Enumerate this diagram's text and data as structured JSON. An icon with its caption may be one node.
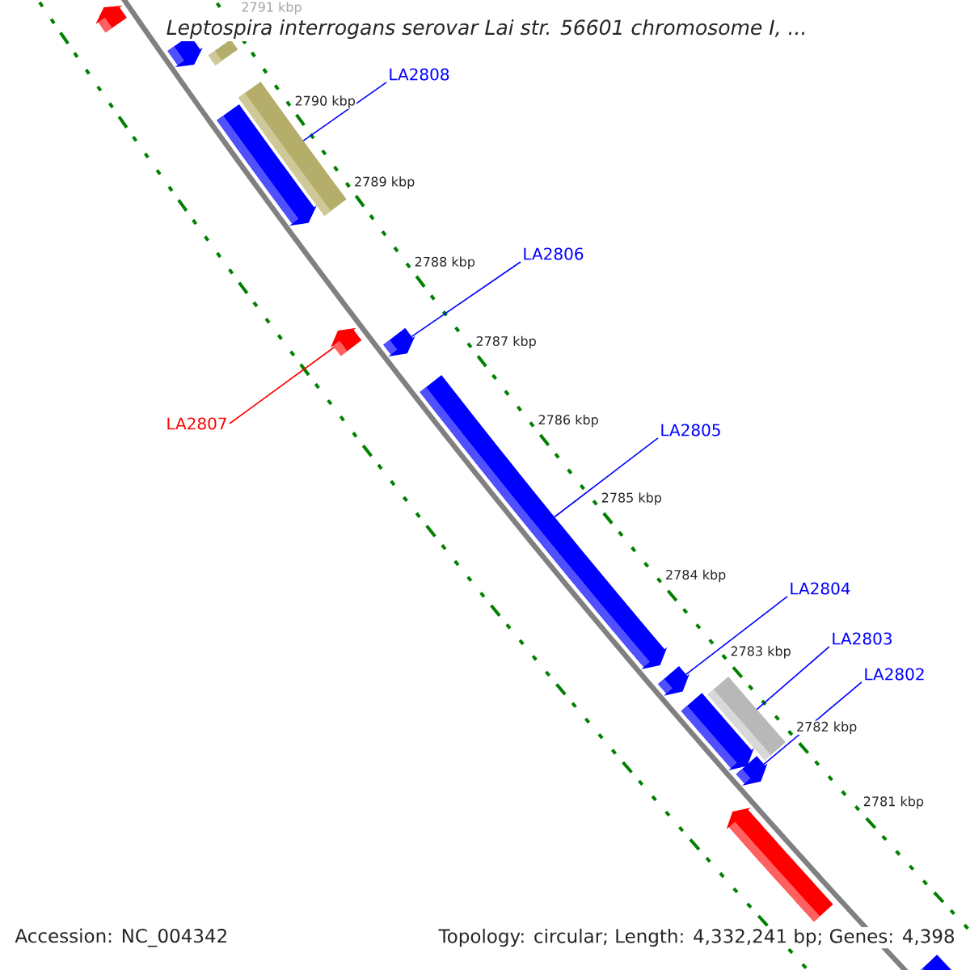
{
  "diagram": {
    "title": "Leptospira interrogans serovar Lai str. 56601 chromosome I, ...",
    "nodes": [
      {
        "text": [
          "LA2808"
        ]
      },
      {
        "text": [
          "LA2806"
        ]
      },
      {
        "text": [
          "LA2807"
        ]
      },
      {
        "text": [
          "LA2805"
        ]
      },
      {
        "text": [
          "LA2804"
        ]
      },
      {
        "text": [
          "LA2803"
        ]
      },
      {
        "text": [
          "LA2802"
        ]
      },
      {
        "text": [],
        "shape": "bar"
      },
      {
        "text": [],
        "shape": "bar"
      },
      {
        "text": [],
        "shape": "bar"
      },
      {
        "text": [],
        "shape": "bar"
      },
      {
        "text": [],
        "shape": "bar"
      },
      {
        "text": [],
        "shape": "bar"
      },
      {
        "text": [],
        "shape": "bar"
      },
      {
        "text": [],
        "shape": "bar"
      },
      {
        "text": [],
        "shape": "bar"
      },
      {
        "text": [],
        "shape": "bar"
      },
      {
        "text": [],
        "shape": "bar"
      },
      {
        "text": [],
        "shape": "bar"
      },
      {
        "text": [],
        "shape": "bar"
      },
      {
        "text": [],
        "shape": "bar"
      }
    ],
    "edges": [
      {
        "from": 0,
        "to": 11,
        "arrow": "none"
      },
      {
        "from": 1,
        "to": 13,
        "arrow": "none"
      },
      {
        "from": 2,
        "to": 12,
        "arrow": "none",
        "color": "#ff0000"
      },
      {
        "from": 3,
        "to": 14,
        "arrow": "none"
      },
      {
        "from": 4,
        "to": 15,
        "arrow": "none"
      },
      {
        "from": 5,
        "to": 17,
        "arrow": "none"
      },
      {
        "from": 6,
        "to": 18,
        "arrow": "none"
      }
    ],
    "labels": [
      "2791 kbp",
      "2790 kbp",
      "2789 kbp",
      "2788 kbp",
      "2787 kbp",
      "2786 kbp",
      "2785 kbp",
      "2784 kbp",
      "2783 kbp",
      "2782 kbp",
      "2781 kbp",
      "Accession: NC_004342",
      "Topology: circular; Length: 4,332,241 bp; Genes: 4,398"
    ]
  }
}
